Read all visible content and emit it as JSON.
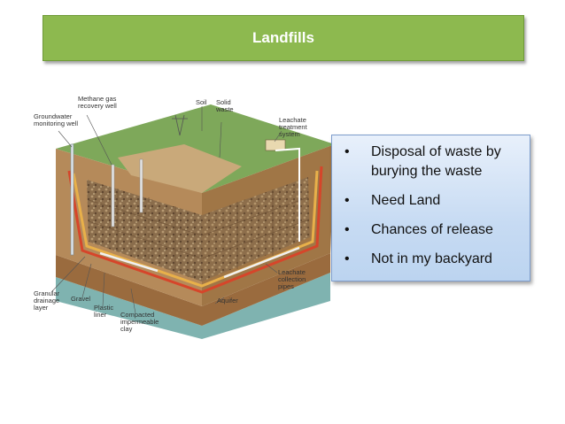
{
  "title": "Landfills",
  "diagram_labels": {
    "methane": "Methane gas\nrecovery well",
    "soil": "Soil",
    "solid_waste": "Solid\nwaste",
    "groundwater": "Groundwater\nmonitoring well",
    "leachate_treatment": "Leachate\ntreatment\nsystem",
    "leachate_pipes": "Leachate\ncollection\npipes",
    "granular": "Granular\ndrainage\nlayer",
    "gravel": "Gravel",
    "plastic": "Plastic\nliner",
    "clay": "Compacted\nimpermeable\nclay",
    "aquifer": "Aquifer"
  },
  "bullets": [
    "Disposal of waste by burying the waste",
    "Need Land",
    "Chances of release",
    "Not in my backyard"
  ]
}
